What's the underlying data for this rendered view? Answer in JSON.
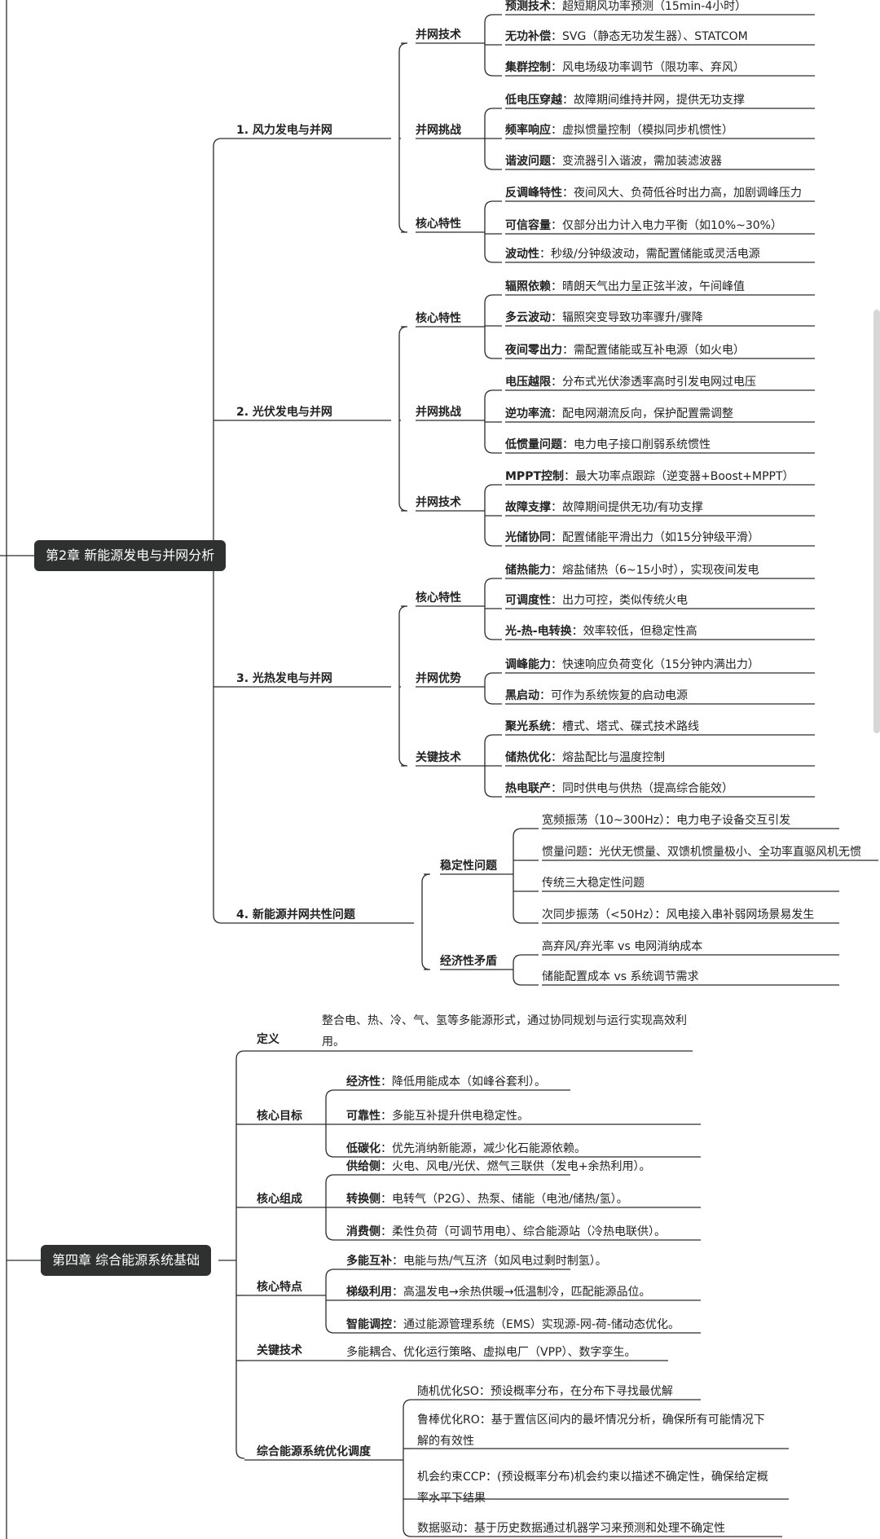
{
  "chapter2": {
    "title": "第2章 新能源发电与并网分析",
    "sections": [
      {
        "title": "1. 风力发电与并网",
        "groups": [
          {
            "title": "并网技术",
            "items": [
              {
                "key": "预测技术",
                "text": "：超短期风功率预测（15min-4小时）"
              },
              {
                "key": "无功补偿",
                "text": "：SVG（静态无功发生器）、STATCOM"
              },
              {
                "key": "集群控制",
                "text": "：风电场级功率调节（限功率、弃风）"
              }
            ]
          },
          {
            "title": "并网挑战",
            "items": [
              {
                "key": "低电压穿越",
                "text": "：故障期间维持并网，提供无功支撑"
              },
              {
                "key": "频率响应",
                "text": "：虚拟惯量控制（模拟同步机惯性）"
              },
              {
                "key": "谐波问题",
                "text": "：变流器引入谐波，需加装滤波器"
              }
            ]
          },
          {
            "title": "核心特性",
            "items": [
              {
                "key": "反调峰特性",
                "text": "：夜间风大、负荷低谷时出力高，加剧调峰压力"
              },
              {
                "key": "可信容量",
                "text": "：仅部分出力计入电力平衡（如10%~30%）"
              },
              {
                "key": "波动性",
                "text": "：秒级/分钟级波动，需配置储能或灵活电源"
              }
            ]
          }
        ]
      },
      {
        "title": "2. 光伏发电与并网",
        "groups": [
          {
            "title": "核心特性",
            "items": [
              {
                "key": "辐照依赖",
                "text": "：晴朗天气出力呈正弦半波，午间峰值"
              },
              {
                "key": "多云波动",
                "text": "：辐照突变导致功率骤升/骤降"
              },
              {
                "key": "夜间零出力",
                "text": "：需配置储能或互补电源（如火电）"
              }
            ]
          },
          {
            "title": "并网挑战",
            "items": [
              {
                "key": "电压越限",
                "text": "：分布式光伏渗透率高时引发电网过电压"
              },
              {
                "key": "逆功率流",
                "text": "：配电网潮流反向，保护配置需调整"
              },
              {
                "key": "低惯量问题",
                "text": "：电力电子接口削弱系统惯性"
              }
            ]
          },
          {
            "title": "并网技术",
            "items": [
              {
                "key": "MPPT控制",
                "text": "：最大功率点跟踪（逆变器+Boost+MPPT）"
              },
              {
                "key": "故障支撑",
                "text": "：故障期间提供无功/有功支撑"
              },
              {
                "key": "光储协同",
                "text": "：配置储能平滑出力（如15分钟级平滑）"
              }
            ]
          }
        ]
      },
      {
        "title": "3. 光热发电与并网",
        "groups": [
          {
            "title": "核心特性",
            "items": [
              {
                "key": "储热能力",
                "text": "：熔盐储热（6~15小时），实现夜间发电"
              },
              {
                "key": "可调度性",
                "text": "：出力可控，类似传统火电"
              },
              {
                "key": "光-热-电转换",
                "text": "：效率较低，但稳定性高"
              }
            ]
          },
          {
            "title": "并网优势",
            "items": [
              {
                "key": "调峰能力",
                "text": "：快速响应负荷变化（15分钟内满出力）"
              },
              {
                "key": "黑启动",
                "text": "：可作为系统恢复的启动电源"
              }
            ]
          },
          {
            "title": "关键技术",
            "items": [
              {
                "key": "聚光系统",
                "text": "：槽式、塔式、碟式技术路线"
              },
              {
                "key": "储热优化",
                "text": "：熔盐配比与温度控制"
              },
              {
                "key": "热电联产",
                "text": "：同时供电与供热（提高综合能效）"
              }
            ]
          }
        ]
      },
      {
        "title": "4. 新能源并网共性问题",
        "groups": [
          {
            "title": "稳定性问题",
            "items": [
              {
                "key": "",
                "text": "宽频振荡（10~300Hz）：电力电子设备交互引发"
              },
              {
                "key": "",
                "text": "惯量问题：光伏无惯量、双馈机惯量极小、全功率直驱风机无惯"
              },
              {
                "key": "",
                "text": "传统三大稳定性问题"
              },
              {
                "key": "",
                "text": "次同步振荡（<50Hz）：风电接入串补弱网场景易发生"
              }
            ]
          },
          {
            "title": "经济性矛盾",
            "items": [
              {
                "key": "",
                "text": "高弃风/弃光率 vs 电网消纳成本"
              },
              {
                "key": "",
                "text": "储能配置成本 vs 系统调节需求"
              }
            ]
          }
        ]
      }
    ]
  },
  "chapter4": {
    "title": "第四章 综合能源系统基础",
    "definition": {
      "title": "定义",
      "text": "整合电、热、冷、气、氢等多能源形式，通过协同规划与运行实现高效利用。"
    },
    "goals": {
      "title": "核心目标",
      "items": [
        {
          "key": "经济性",
          "text": "：降低用能成本（如峰谷套利）。"
        },
        {
          "key": "可靠性",
          "text": "：多能互补提升供电稳定性。"
        },
        {
          "key": "低碳化",
          "text": "：优先消纳新能源，减少化石能源依赖。"
        }
      ]
    },
    "components": {
      "title": "核心组成",
      "items": [
        {
          "key": "供给侧",
          "text": "：火电、风电/光伏、燃气三联供（发电+余热利用）。"
        },
        {
          "key": "转换侧",
          "text": "：电转气（P2G）、热泵、储能（电池/储热/氢）。"
        },
        {
          "key": "消费侧",
          "text": "：柔性负荷（可调节用电）、综合能源站（冷热电联供）。"
        }
      ]
    },
    "features": {
      "title": "核心特点",
      "items": [
        {
          "key": "多能互补",
          "text": "：电能与热/气互济（如风电过剩时制氢）。"
        },
        {
          "key": "梯级利用",
          "text": "：高温发电→余热供暖→低温制冷，匹配能源品位。"
        },
        {
          "key": "智能调控",
          "text": "：通过能源管理系统（EMS）实现源-网-荷-储动态优化。"
        }
      ]
    },
    "key_tech": {
      "title": "关键技术",
      "text": "多能耦合、优化运行策略、虚拟电厂（VPP）、数字孪生。"
    },
    "optimization": {
      "title": "综合能源系统优化调度",
      "items": [
        "随机优化SO：预设概率分布，在分布下寻找最优解",
        "鲁棒优化RO：基于置信区间内的最坏情况分析，确保所有可能情况下解的有效性",
        "机会约束CCP：(预设概率分布)机会约束以描述不确定性，确保给定概率水平下结果",
        "数据驱动：基于历史数据通过机器学习来预测和处理不确定性"
      ]
    }
  }
}
